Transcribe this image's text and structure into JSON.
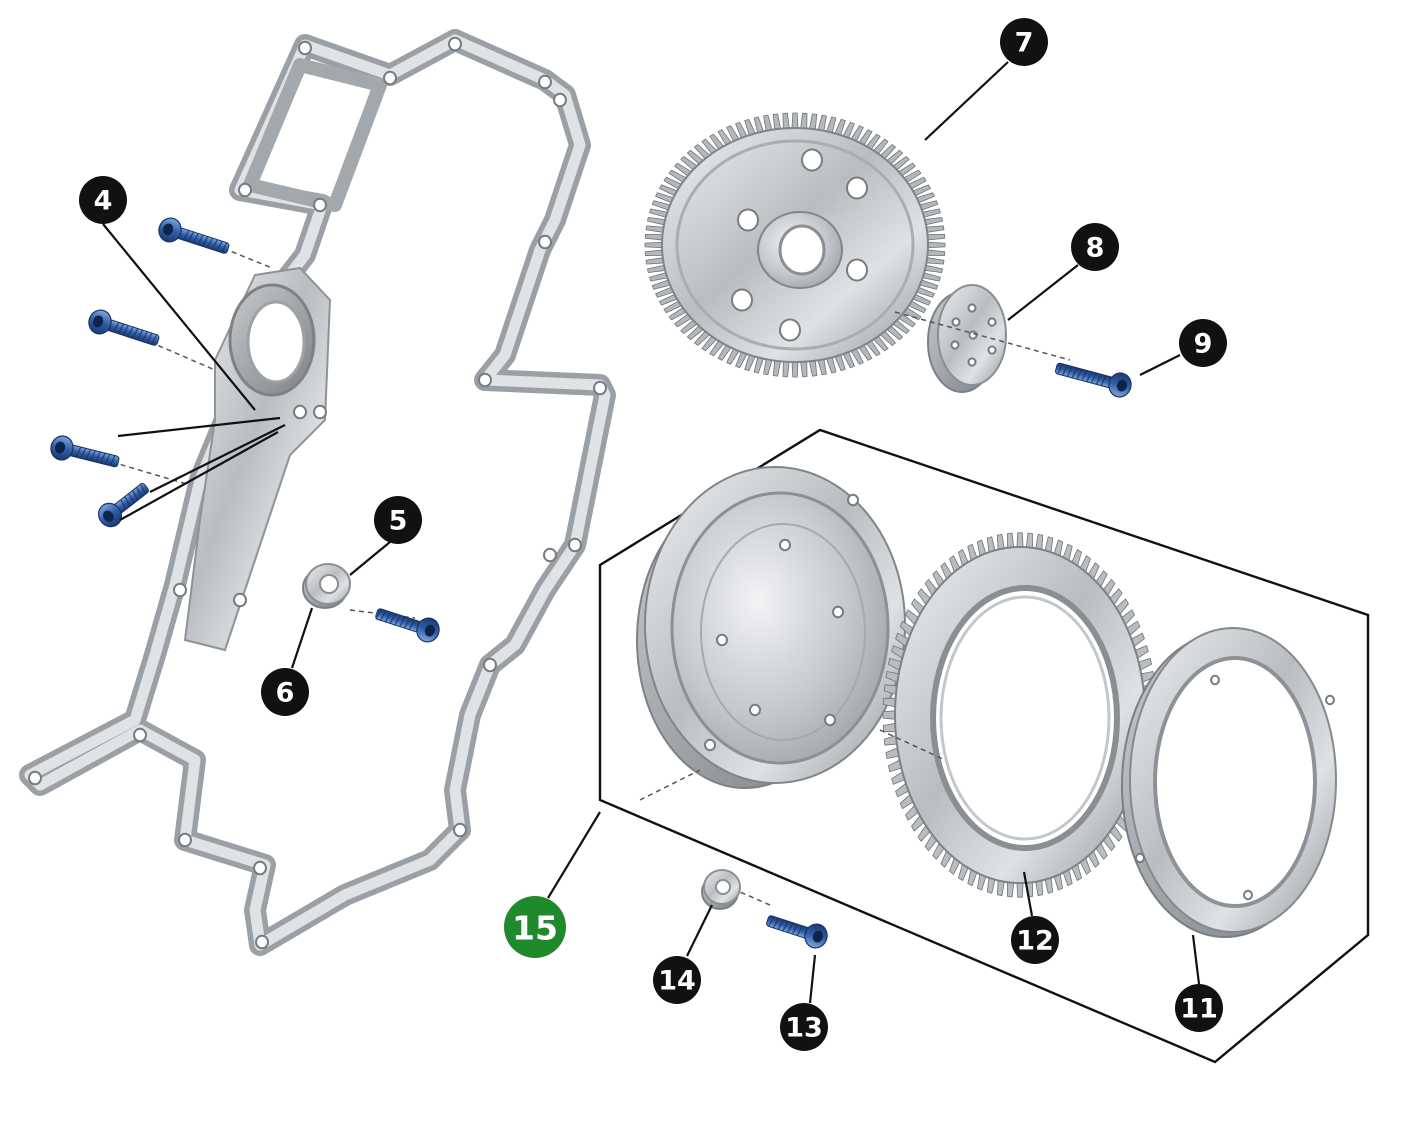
{
  "colors": {
    "callout_fill": "#111111",
    "callout_highlight_fill": "#1f8a2c",
    "callout_text": "#ffffff"
  },
  "callouts": [
    {
      "label": "4"
    },
    {
      "label": "5"
    },
    {
      "label": "6"
    },
    {
      "label": "7"
    },
    {
      "label": "8"
    },
    {
      "label": "9"
    },
    {
      "label": "11"
    },
    {
      "label": "12"
    },
    {
      "label": "13"
    },
    {
      "label": "14"
    },
    {
      "label": "15",
      "highlight": true
    }
  ]
}
